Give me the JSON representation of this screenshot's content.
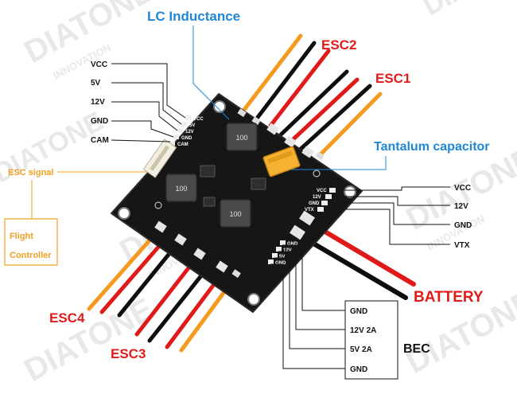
{
  "colors": {
    "board": "#161616",
    "orange_wire": "#f59a1e",
    "red_wire": "#e01919",
    "black_wire": "#0e0e0e",
    "blue_label": "#1f87d6",
    "red_label": "#e11a1a",
    "orange_label": "#f0a020",
    "capacitor": "#f6b333",
    "watermark": "#e6e6e6"
  },
  "watermark": {
    "brand": "DIATONE",
    "sub": "INNOVATION"
  },
  "callouts": {
    "lc_inductance": "LC Inductance",
    "esc2": "ESC2",
    "esc1": "ESC1",
    "esc3": "ESC3",
    "esc4": "ESC4",
    "tantalum_capacitor": "Tantalum capacitor",
    "esc_signal": "ESC signal",
    "flight_controller_line1": "Flight",
    "flight_controller_line2": "Controller",
    "battery": "BATTERY",
    "bec": "BEC"
  },
  "left_pins": [
    "VCC",
    "5V",
    "12V",
    "GND",
    "CAM"
  ],
  "right_pins": [
    "VCC",
    "12V",
    "GND",
    "VTX"
  ],
  "bec_pins": [
    "GND",
    "12V  2A",
    "5V  2A",
    "GND"
  ],
  "board_labels": {
    "inductor_code": "100",
    "pads_left": [
      "VCC",
      "5V",
      "12V",
      "GND",
      "CAM"
    ],
    "pads_right": [
      "VCC",
      "12V",
      "GND",
      "VTX"
    ],
    "pads_bottom": [
      "GND",
      "12V",
      "5V",
      "GND"
    ]
  }
}
